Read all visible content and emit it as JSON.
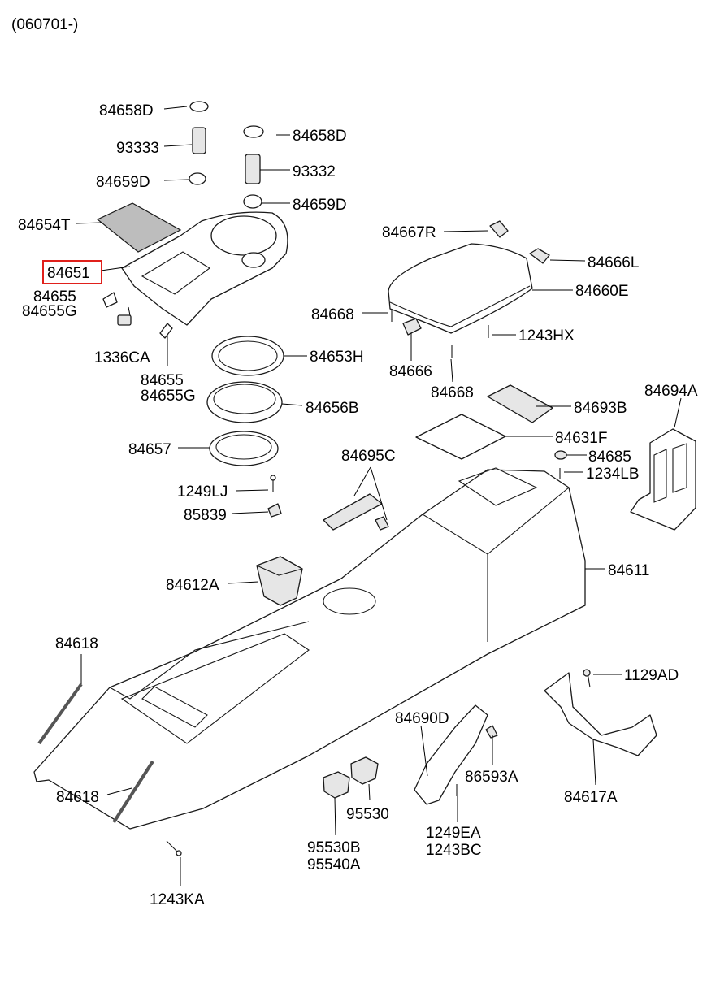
{
  "header": {
    "code": "(060701-)"
  },
  "labels": [
    {
      "id": "84658D_a",
      "text": "84658D"
    },
    {
      "id": "93333",
      "text": "93333"
    },
    {
      "id": "84659D_a",
      "text": "84659D"
    },
    {
      "id": "84654T",
      "text": "84654T"
    },
    {
      "id": "84651",
      "text": "84651",
      "highlighted": true
    },
    {
      "id": "84655_a",
      "text": "84655"
    },
    {
      "id": "84655G_a",
      "text": "84655G"
    },
    {
      "id": "1336CA",
      "text": "1336CA"
    },
    {
      "id": "84655_b",
      "text": "84655"
    },
    {
      "id": "84655G_b",
      "text": "84655G"
    },
    {
      "id": "84658D_b",
      "text": "84658D"
    },
    {
      "id": "93332",
      "text": "93332"
    },
    {
      "id": "84659D_b",
      "text": "84659D"
    },
    {
      "id": "84667R",
      "text": "84667R"
    },
    {
      "id": "84666L",
      "text": "84666L"
    },
    {
      "id": "84660E",
      "text": "84660E"
    },
    {
      "id": "84668_a",
      "text": "84668"
    },
    {
      "id": "1243HX",
      "text": "1243HX"
    },
    {
      "id": "84666",
      "text": "84666"
    },
    {
      "id": "84668_b",
      "text": "84668"
    },
    {
      "id": "84653H",
      "text": "84653H"
    },
    {
      "id": "84656B",
      "text": "84656B"
    },
    {
      "id": "84657",
      "text": "84657"
    },
    {
      "id": "1249LJ",
      "text": "1249LJ"
    },
    {
      "id": "85839",
      "text": "85839"
    },
    {
      "id": "84693B",
      "text": "84693B"
    },
    {
      "id": "84694A",
      "text": "84694A"
    },
    {
      "id": "84631F",
      "text": "84631F"
    },
    {
      "id": "84695C",
      "text": "84695C"
    },
    {
      "id": "84685",
      "text": "84685"
    },
    {
      "id": "1234LB",
      "text": "1234LB"
    },
    {
      "id": "84612A",
      "text": "84612A"
    },
    {
      "id": "84611",
      "text": "84611"
    },
    {
      "id": "84618_a",
      "text": "84618"
    },
    {
      "id": "84618_b",
      "text": "84618"
    },
    {
      "id": "1129AD",
      "text": "1129AD"
    },
    {
      "id": "84690D",
      "text": "84690D"
    },
    {
      "id": "86593A",
      "text": "86593A"
    },
    {
      "id": "84617A",
      "text": "84617A"
    },
    {
      "id": "95530",
      "text": "95530"
    },
    {
      "id": "95530B",
      "text": "95530B"
    },
    {
      "id": "95540A",
      "text": "95540A"
    },
    {
      "id": "1249EA",
      "text": "1249EA"
    },
    {
      "id": "1243BC",
      "text": "1243BC"
    },
    {
      "id": "1243KA",
      "text": "1243KA"
    }
  ],
  "colors": {
    "highlight": "#e0201b",
    "line": "#1a1a1a"
  }
}
